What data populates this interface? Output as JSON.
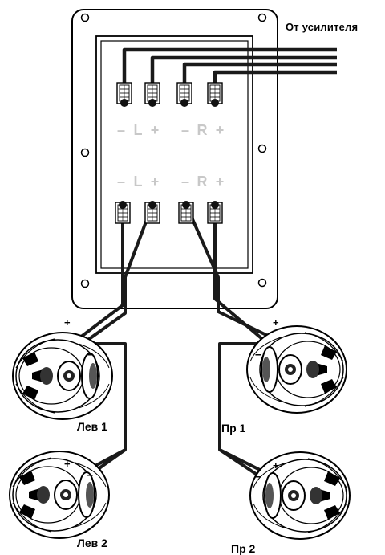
{
  "labels": {
    "amplifier": "От усилителя",
    "left1": "Лев 1",
    "right1": "Пр 1",
    "left2": "Лев 2",
    "right2": "Пр 2"
  },
  "channels": {
    "minus": "–",
    "plus": "+",
    "left": "L",
    "right": "R"
  },
  "polarity": {
    "plus": "+",
    "minus": "–"
  },
  "colors": {
    "wire": "#1a1a1a",
    "panel": "#ffffff",
    "channel_text": "#c8c8c8"
  }
}
